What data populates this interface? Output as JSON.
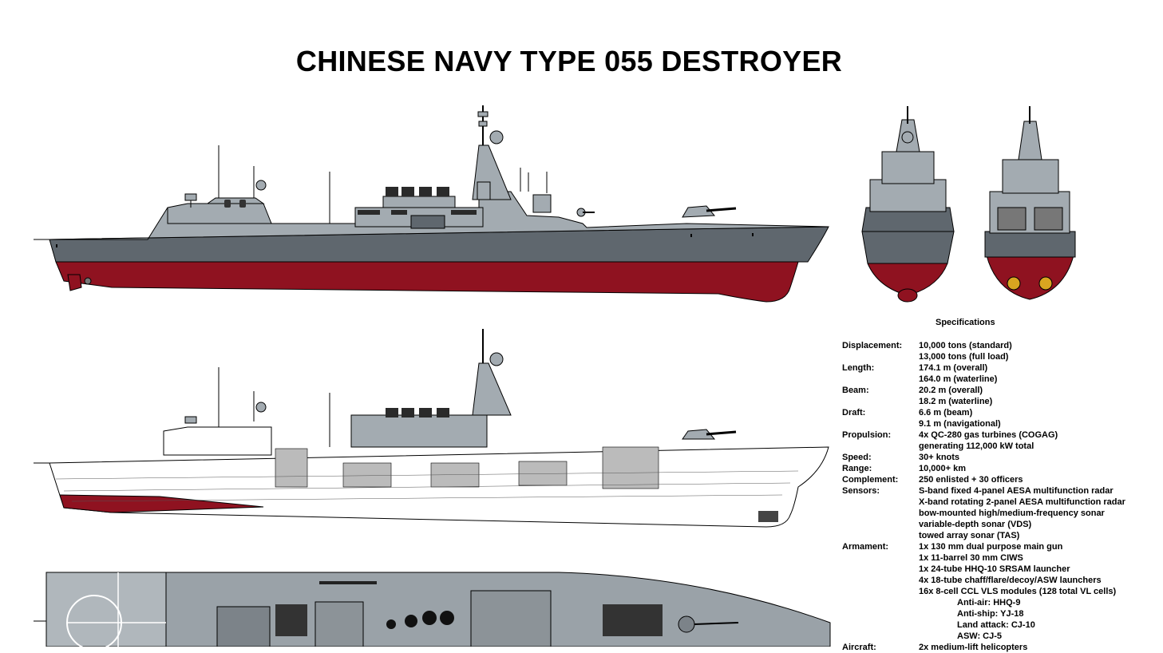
{
  "title": "CHINESE NAVY TYPE 055 DESTROYER",
  "colors": {
    "hull_gray": "#5f676e",
    "superstructure_gray": "#a3abb1",
    "antifouling_red": "#8f1220",
    "deck_gray": "#9aa2a8",
    "outline": "#000000"
  },
  "specs": {
    "heading": "Specifications",
    "displacement": {
      "label": "Displacement:",
      "lines": [
        "10,000 tons (standard)",
        "13,000 tons (full load)"
      ]
    },
    "length": {
      "label": "Length:",
      "lines": [
        "174.1 m (overall)",
        "164.0 m (waterline)"
      ]
    },
    "beam": {
      "label": "Beam:",
      "lines": [
        "20.2 m (overall)",
        "18.2 m (waterline)"
      ]
    },
    "draft": {
      "label": "Draft:",
      "lines": [
        "6.6 m (beam)",
        "9.1 m (navigational)"
      ]
    },
    "propulsion": {
      "label": "Propulsion:",
      "lines": [
        "4x QC-280 gas turbines (COGAG)",
        "generating 112,000 kW total"
      ]
    },
    "speed": {
      "label": "Speed:",
      "lines": [
        "30+ knots"
      ]
    },
    "range": {
      "label": "Range:",
      "lines": [
        "10,000+ km"
      ]
    },
    "complement": {
      "label": "Complement:",
      "lines": [
        "250 enlisted + 30 officers"
      ]
    },
    "sensors": {
      "label": "Sensors:",
      "lines": [
        "S-band fixed 4-panel AESA multifunction radar",
        "X-band rotating 2-panel AESA multifunction radar",
        "bow-mounted high/medium-frequency sonar",
        "variable-depth sonar (VDS)",
        "towed array sonar (TAS)"
      ]
    },
    "armament": {
      "label": "Armament:",
      "lines": [
        "1x 130 mm dual purpose main gun",
        "1x 11-barrel 30 mm CIWS",
        "1x 24-tube HHQ-10 SRSAM launcher",
        "4x 18-tube chaff/flare/decoy/ASW launchers",
        "16x 8-cell CCL VLS modules (128 total VL cells)"
      ],
      "sub_lines": [
        "Anti-air: HHQ-9",
        "Anti-ship: YJ-18",
        "Land attack: CJ-10",
        "ASW: CJ-5"
      ]
    },
    "aircraft": {
      "label": "Aircraft:",
      "lines": [
        "2x medium-lift helicopters"
      ]
    }
  }
}
